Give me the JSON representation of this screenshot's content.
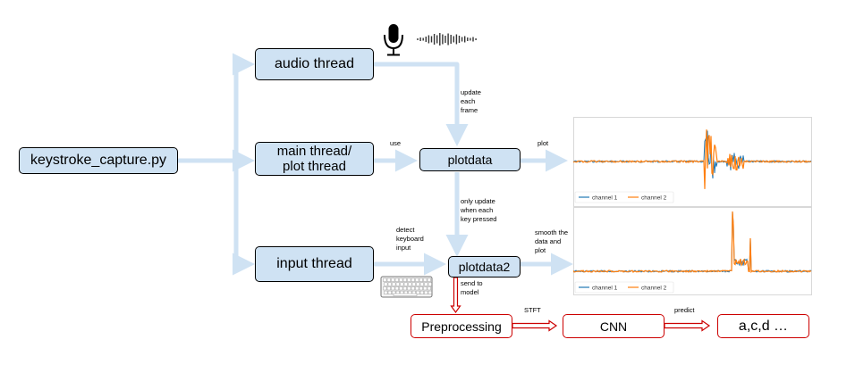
{
  "nodes": {
    "capture_script": "keystroke_capture.py",
    "audio_thread": "audio thread",
    "main_thread": "main thread/\nplot thread",
    "input_thread": "input thread",
    "plotdata": "plotdata",
    "plotdata2": "plotdata2",
    "preprocessing": "Preprocessing",
    "cnn": "CNN",
    "output": "a,c,d …"
  },
  "edge_labels": {
    "update_each_frame": "update\neach\nframe",
    "use": "use",
    "plot": "plot",
    "only_update": "only update\nwhen each\nkey pressed",
    "detect_keyboard": "detect\nkeyboard\ninput",
    "smooth_plot": "smooth the\ndata and\nplot",
    "send_to_model": "send to\nmodel",
    "stft": "STFT",
    "predict": "predict"
  },
  "plots": {
    "top_legend": [
      "channel 1",
      "channel 2"
    ],
    "bottom_legend": [
      "channel 1",
      "channel 2"
    ],
    "series_colors": {
      "channel_1": "#1f77b4",
      "channel_2": "#ff7f0e"
    }
  },
  "icons": [
    "microphone-icon",
    "sound-wave-icon",
    "keyboard-icon"
  ],
  "colors": {
    "node_fill": "#cfe2f3",
    "connector": "#cfe2f3",
    "pipeline_border": "#cc0000"
  }
}
